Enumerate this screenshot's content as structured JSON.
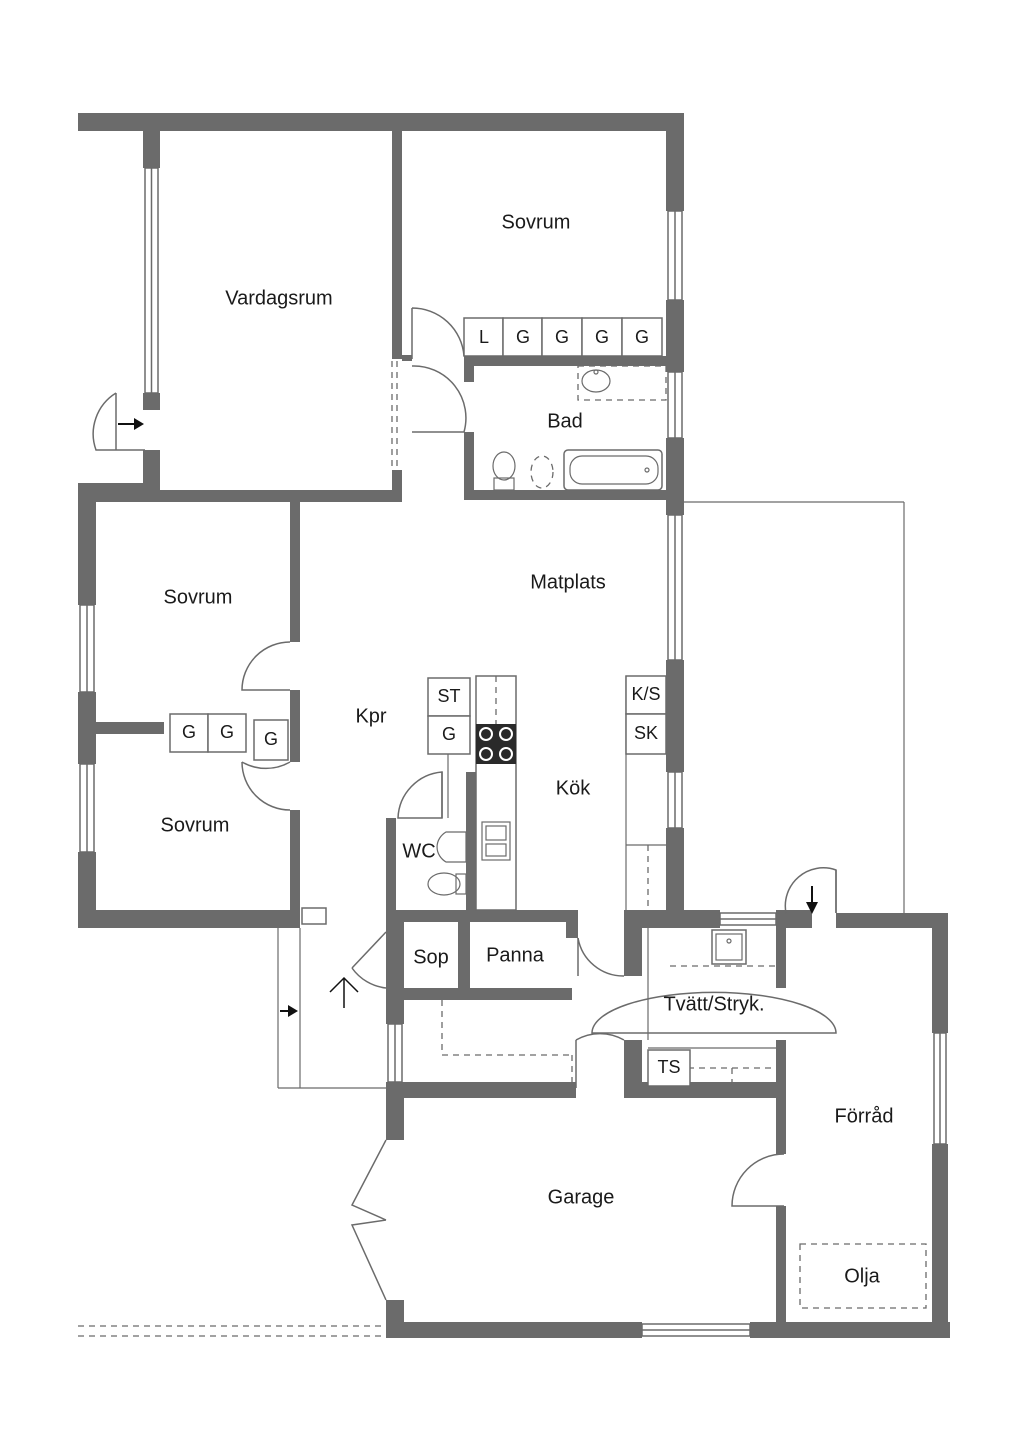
{
  "rooms": {
    "vardagsrum": "Vardagsrum",
    "sovrum_top": "Sovrum",
    "bad": "Bad",
    "sovrum_left_top": "Sovrum",
    "matplats": "Matplats",
    "kpr": "Kpr",
    "sovrum_left_bottom": "Sovrum",
    "kok": "Kök",
    "wc": "WC",
    "sop": "Sop",
    "panna": "Panna",
    "tvatt": "Tvätt/Stryk.",
    "forrad": "Förråd",
    "garage": "Garage",
    "olja": "Olja"
  },
  "fixtures": {
    "wardrobe_bedroom_top": [
      "L",
      "G",
      "G",
      "G",
      "G"
    ],
    "wardrobe_bedrooms_left": [
      "G",
      "G",
      "G"
    ],
    "kitchen_st": "ST",
    "kitchen_g": "G",
    "kitchen_ks": "K/S",
    "kitchen_sk": "SK",
    "laundry_ts": "TS"
  },
  "icons": [
    "door-arrow-icon",
    "entrance-arrow-icon",
    "stove-icon",
    "sink-icon",
    "toilet-icon",
    "bathtub-icon",
    "bidet-icon"
  ]
}
